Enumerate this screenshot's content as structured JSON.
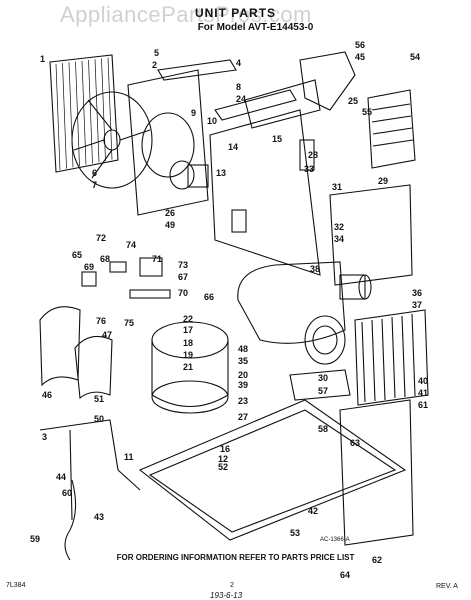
{
  "watermark": "AppliancePartsPros.com",
  "title": "UNIT PARTS",
  "model": "For Model AVT-E14453-0",
  "footer_note": "FOR ORDERING INFORMATION REFER TO PARTS PRICE LIST",
  "ref_code": "AC-1366-A",
  "doc_code": "7L384",
  "page_number": "2",
  "revision": "REV. A",
  "date_handwritten": "193-6-13",
  "callouts": [
    "1",
    "2",
    "3",
    "4",
    "5",
    "6",
    "7",
    "8",
    "9",
    "10",
    "11",
    "12",
    "13",
    "14",
    "15",
    "16",
    "17",
    "18",
    "19",
    "20",
    "21",
    "22",
    "23",
    "24",
    "25",
    "26",
    "27",
    "28",
    "29",
    "30",
    "31",
    "32",
    "33",
    "34",
    "35",
    "36",
    "37",
    "38",
    "39",
    "40",
    "41",
    "42",
    "43",
    "44",
    "45",
    "46",
    "47",
    "48",
    "49",
    "50",
    "51",
    "52",
    "53",
    "54",
    "55",
    "56",
    "57",
    "58",
    "59",
    "60",
    "61",
    "62",
    "63",
    "64",
    "65",
    "66",
    "67",
    "68",
    "69",
    "70",
    "71",
    "72",
    "73",
    "74",
    "75",
    "76"
  ]
}
